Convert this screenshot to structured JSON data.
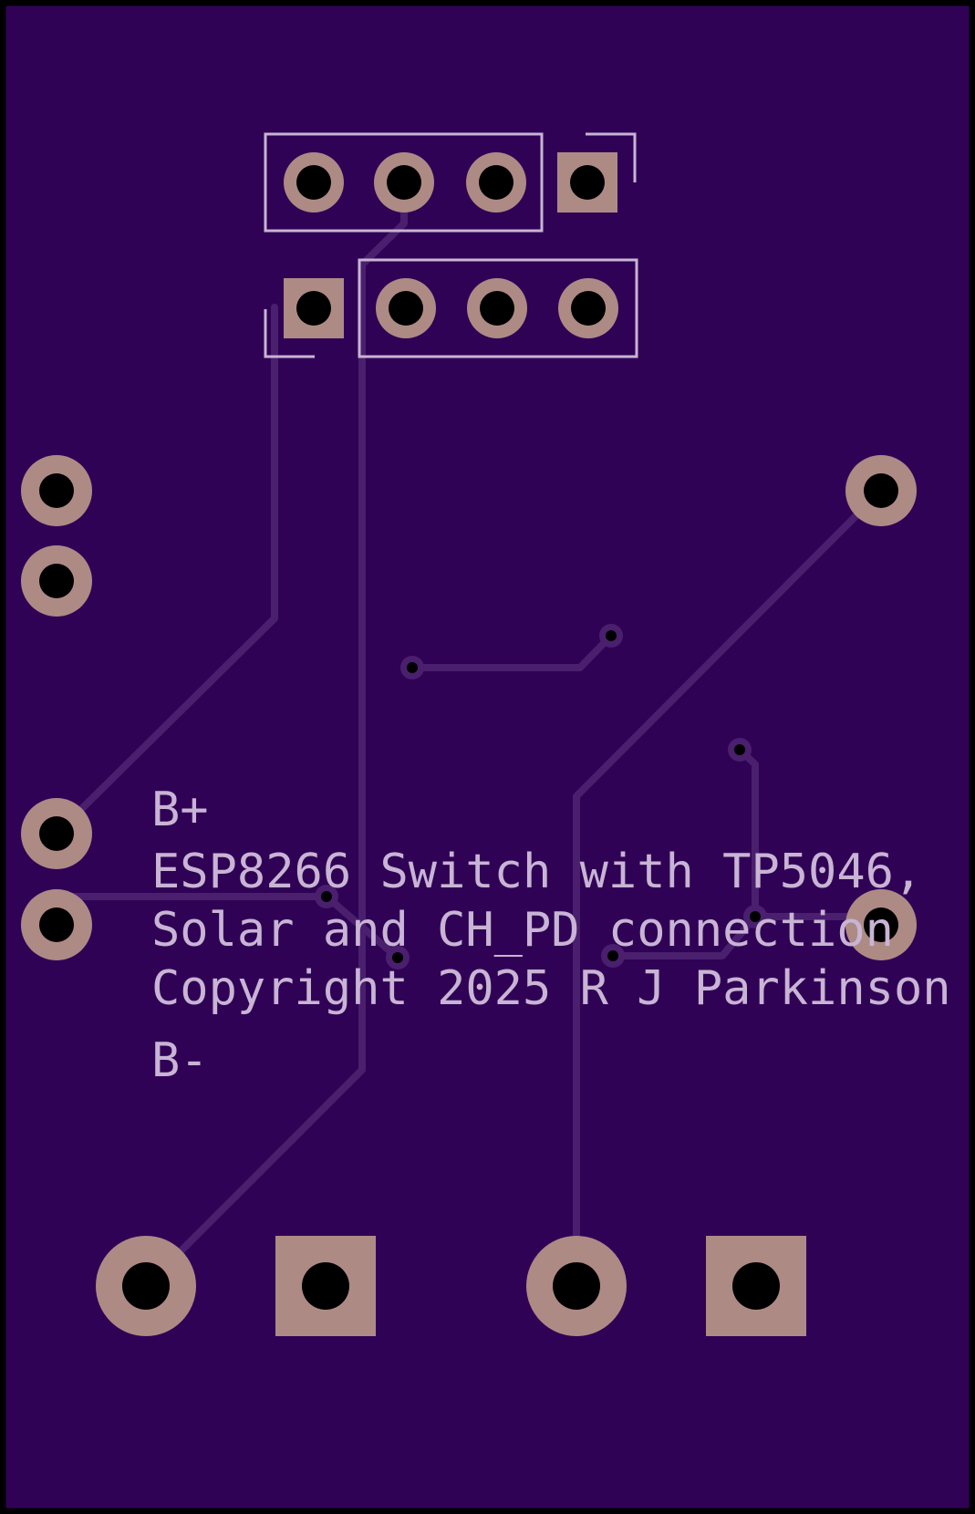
{
  "colors": {
    "background": "#000000",
    "board": "#300255",
    "trace": "#4a1f6e",
    "silkscreen": "#c8b4d4",
    "pad": "#ae8a85",
    "hole": "#000000"
  },
  "silkscreen": {
    "b_plus": "B+",
    "line1": "ESP8266 Switch with TP5046,",
    "line2": "Solar and CH_PD connection",
    "line3": "Copyright 2025 R J Parkinson",
    "b_minus": "B-"
  }
}
